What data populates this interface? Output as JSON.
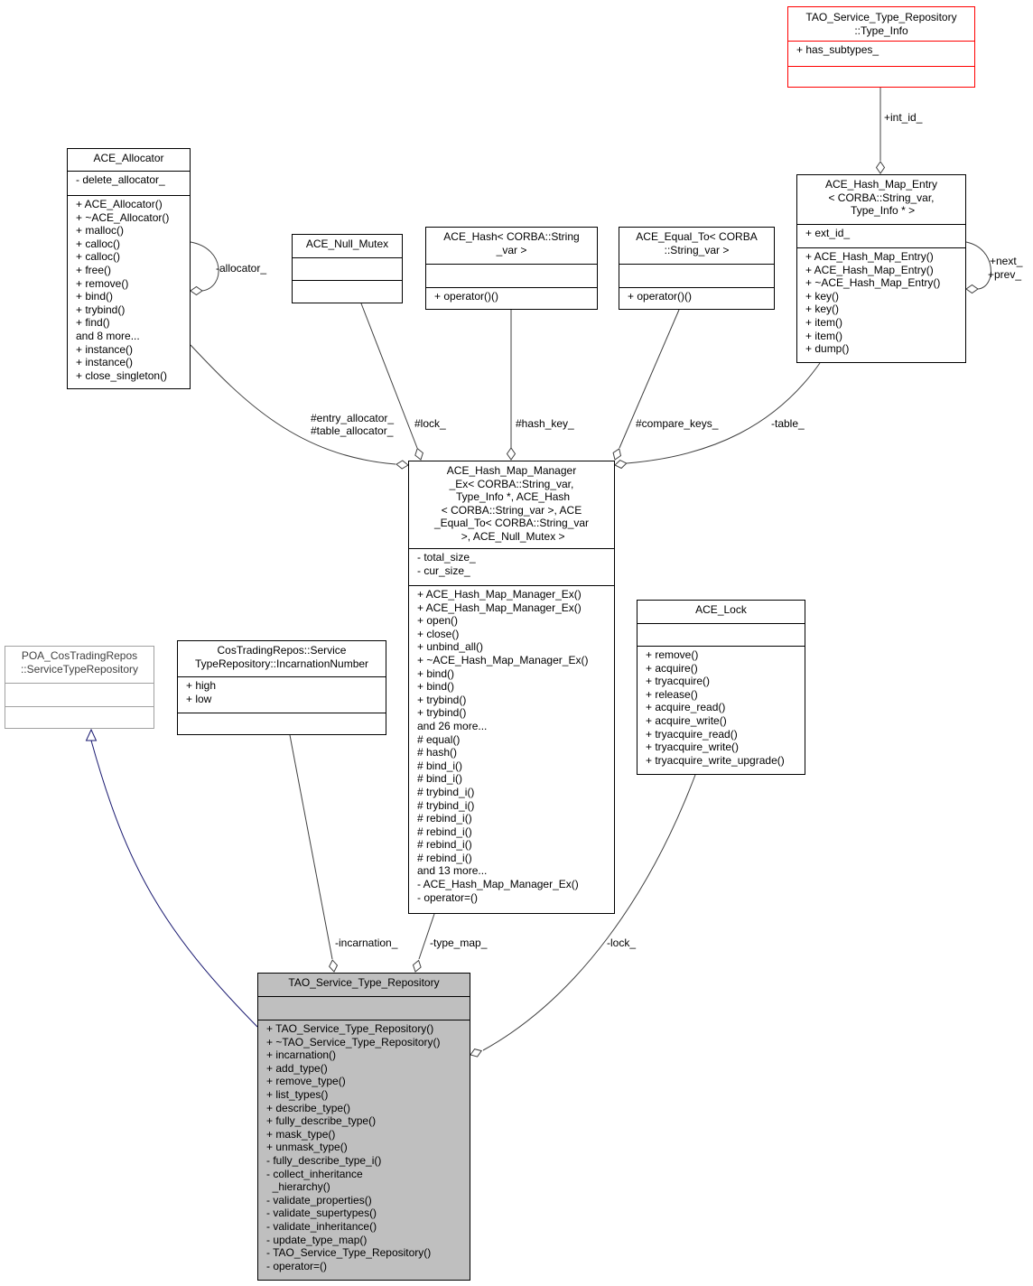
{
  "classes": {
    "type_info": {
      "name": [
        "TAO_Service_Type_Repository",
        "::Type_Info"
      ],
      "attributes": [
        "+ has_subtypes_"
      ],
      "methods": []
    },
    "ace_allocator": {
      "name": [
        "ACE_Allocator"
      ],
      "attributes": [
        "- delete_allocator_"
      ],
      "methods": [
        "+ ACE_Allocator()",
        "+ ~ACE_Allocator()",
        "+ malloc()",
        "+ calloc()",
        "+ calloc()",
        "+ free()",
        "+ remove()",
        "+ bind()",
        "+ trybind()",
        "+ find()",
        "and 8 more...",
        "+ instance()",
        "+ instance()",
        "+ close_singleton()"
      ]
    },
    "ace_null_mutex": {
      "name": [
        "ACE_Null_Mutex"
      ],
      "attributes": [],
      "methods": []
    },
    "ace_hash": {
      "name": [
        "ACE_Hash< CORBA::String",
        "_var >"
      ],
      "attributes": [],
      "methods": [
        "+ operator()()"
      ]
    },
    "ace_equal_to": {
      "name": [
        "ACE_Equal_To< CORBA",
        "::String_var >"
      ],
      "attributes": [],
      "methods": [
        "+ operator()()"
      ]
    },
    "hash_map_entry": {
      "name": [
        "ACE_Hash_Map_Entry",
        "< CORBA::String_var,",
        " Type_Info * >"
      ],
      "attributes": [
        "+ ext_id_"
      ],
      "methods": [
        "+ ACE_Hash_Map_Entry()",
        "+ ACE_Hash_Map_Entry()",
        "+ ~ACE_Hash_Map_Entry()",
        "+ key()",
        "+ key()",
        "+ item()",
        "+ item()",
        "+ dump()"
      ]
    },
    "hash_map_manager": {
      "name": [
        "ACE_Hash_Map_Manager",
        "_Ex< CORBA::String_var,",
        " Type_Info *, ACE_Hash",
        "< CORBA::String_var >, ACE",
        "_Equal_To< CORBA::String_var",
        " >, ACE_Null_Mutex >"
      ],
      "attributes": [
        "- total_size_",
        "- cur_size_"
      ],
      "methods": [
        "+ ACE_Hash_Map_Manager_Ex()",
        "+ ACE_Hash_Map_Manager_Ex()",
        "+ open()",
        "+ close()",
        "+ unbind_all()",
        "+ ~ACE_Hash_Map_Manager_Ex()",
        "+ bind()",
        "+ bind()",
        "+ trybind()",
        "+ trybind()",
        "and 26 more...",
        "# equal()",
        "# hash()",
        "# bind_i()",
        "# bind_i()",
        "# trybind_i()",
        "# trybind_i()",
        "# rebind_i()",
        "# rebind_i()",
        "# rebind_i()",
        "# rebind_i()",
        "and 13 more...",
        "- ACE_Hash_Map_Manager_Ex()",
        "- operator=()"
      ]
    },
    "ace_lock": {
      "name": [
        "ACE_Lock"
      ],
      "attributes": [],
      "methods": [
        "+ remove()",
        "+ acquire()",
        "+ tryacquire()",
        "+ release()",
        "+ acquire_read()",
        "+ acquire_write()",
        "+ tryacquire_read()",
        "+ tryacquire_write()",
        "+ tryacquire_write_upgrade()"
      ]
    },
    "poa_repository": {
      "name": [
        "POA_CosTradingRepos",
        "::ServiceTypeRepository"
      ],
      "attributes": [],
      "methods": []
    },
    "incarnation_number": {
      "name": [
        "CosTradingRepos::Service",
        "TypeRepository::IncarnationNumber"
      ],
      "attributes": [
        "+ high",
        "+ low"
      ],
      "methods": []
    },
    "service_type_repository": {
      "name": [
        "TAO_Service_Type_Repository"
      ],
      "attributes": [],
      "methods": [
        "+ TAO_Service_Type_Repository()",
        "+ ~TAO_Service_Type_Repository()",
        "+ incarnation()",
        "+ add_type()",
        "+ remove_type()",
        "+ list_types()",
        "+ describe_type()",
        "+ fully_describe_type()",
        "+ mask_type()",
        "+ unmask_type()",
        "- fully_describe_type_i()",
        "- collect_inheritance",
        "  _hierarchy()",
        "- validate_properties()",
        "- validate_supertypes()",
        "- validate_inheritance()",
        "- update_type_map()",
        "- TAO_Service_Type_Repository()",
        "- operator=()"
      ]
    }
  },
  "edge_labels": {
    "int_id": "+int_id_",
    "allocator": "-allocator_",
    "next": "+next_",
    "prev": "+prev_",
    "entry_allocator": "#entry_allocator_",
    "table_allocator": "#table_allocator_",
    "lock_mutex": "#lock_",
    "hash_key": "#hash_key_",
    "compare_keys": "#compare_keys_",
    "table": "-table_",
    "incarnation": "-incarnation_",
    "type_map": "-type_map_",
    "lock": "-lock_"
  },
  "colors": {
    "focus_fill": "#bfbfbf",
    "inheritance": "#191970",
    "usage": "#404040",
    "incomplete_border": "#ff0000",
    "external_border": "#a0a0a0"
  }
}
